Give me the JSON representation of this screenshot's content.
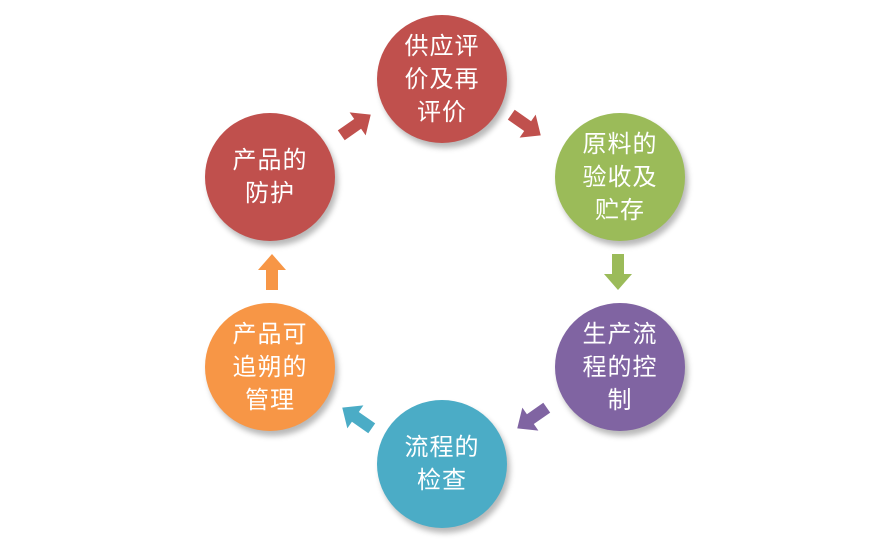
{
  "nodes": [
    {
      "id": "supplier",
      "label": "供应评\n价及再\n评价",
      "color": "#c0504d"
    },
    {
      "id": "raw-material",
      "label": "原料的\n验收及\n贮存",
      "color": "#9bbb59"
    },
    {
      "id": "production",
      "label": "生产流\n程的控\n制",
      "color": "#8064a2"
    },
    {
      "id": "inspection",
      "label": "流程的\n检查",
      "color": "#4bacc6"
    },
    {
      "id": "traceability",
      "label": "产品可\n追朔的\n管理",
      "color": "#f79646"
    },
    {
      "id": "protection",
      "label": "产品的\n防护",
      "color": "#c0504d"
    }
  ],
  "arrows": [
    {
      "id": "supplier-to-raw",
      "color": "#c0504d"
    },
    {
      "id": "raw-to-production",
      "color": "#9bbb59"
    },
    {
      "id": "production-to-inspection",
      "color": "#8064a2"
    },
    {
      "id": "inspection-to-traceability",
      "color": "#4bacc6"
    },
    {
      "id": "traceability-to-protection",
      "color": "#f79646"
    },
    {
      "id": "protection-to-supplier",
      "color": "#c0504d"
    }
  ]
}
